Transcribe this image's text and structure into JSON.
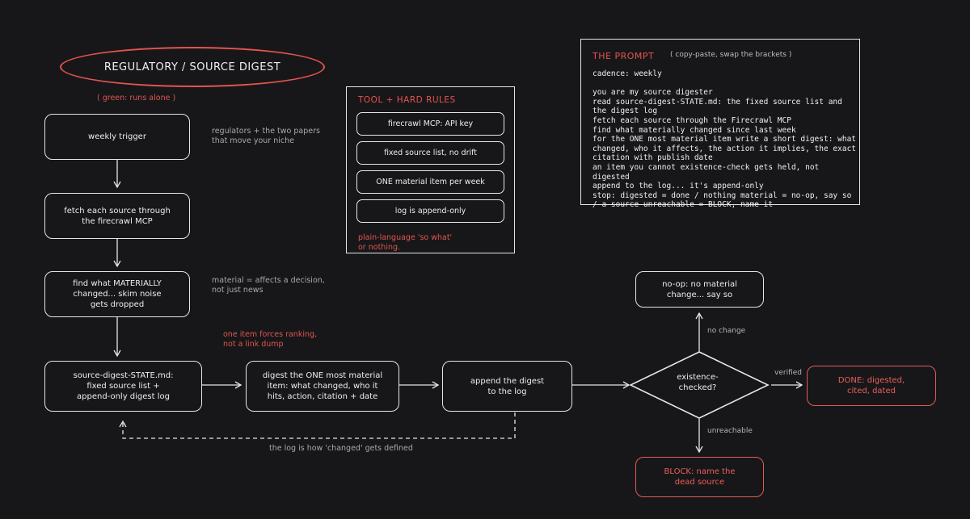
{
  "title": "REGULATORY / SOURCE DIGEST",
  "legend_note": "( green: runs alone )",
  "flow": {
    "trigger": "weekly trigger",
    "fetch": "fetch each source through\nthe firecrawl MCP",
    "find": "find what MATERIALLY\nchanged... skim noise\ngets dropped",
    "state": "source-digest-STATE.md:\nfixed source list +\nappend-only digest log",
    "digest": "digest the ONE most material\nitem: what changed, who it\nhits, action, citation + date",
    "append": "append the digest\nto the log",
    "check": "existence-\nchecked?",
    "noop": "no-op: no material\nchange... say so",
    "done": "DONE: digested,\ncited, dated",
    "block": "BLOCK: name the\ndead source"
  },
  "notes": {
    "trigger_note": "regulators + the two papers\nthat move your niche",
    "material_note": "material = affects a decision,\nnot just news",
    "ranking_note": "one item forces ranking,\nnot a link dump",
    "loop_note": "the log is how 'changed' gets defined"
  },
  "edge_labels": {
    "no_change": "no change",
    "verified": "verified",
    "unreachable": "unreachable"
  },
  "rules_panel": {
    "title": "TOOL + HARD RULES",
    "items": [
      "firecrawl MCP: API key",
      "fixed source list, no drift",
      "ONE material item per week",
      "log is append-only"
    ],
    "footer": "plain-language 'so what'\nor nothing."
  },
  "prompt_panel": {
    "title": "THE PROMPT",
    "subtitle": "( copy-paste, swap the brackets )",
    "body": "cadence: weekly\n\nyou are my source digester\nread source-digest-STATE.md: the fixed source list and the digest log\nfetch each source through the Firecrawl MCP\nfind what materially changed since last week\nfor the ONE most material item write a short digest: what changed, who it affects, the action it implies, the exact citation with publish date\nan item you cannot existence-check gets held, not digested\nappend to the log...  it's append-only\nstop: digested = done / nothing material = no-op, say so / a source unreachable = BLOCK, name it"
  },
  "colors": {
    "background": "#17171a",
    "stroke": "#e6e6e6",
    "accent_red": "#e5544d",
    "muted_text": "#a9a9a9"
  }
}
